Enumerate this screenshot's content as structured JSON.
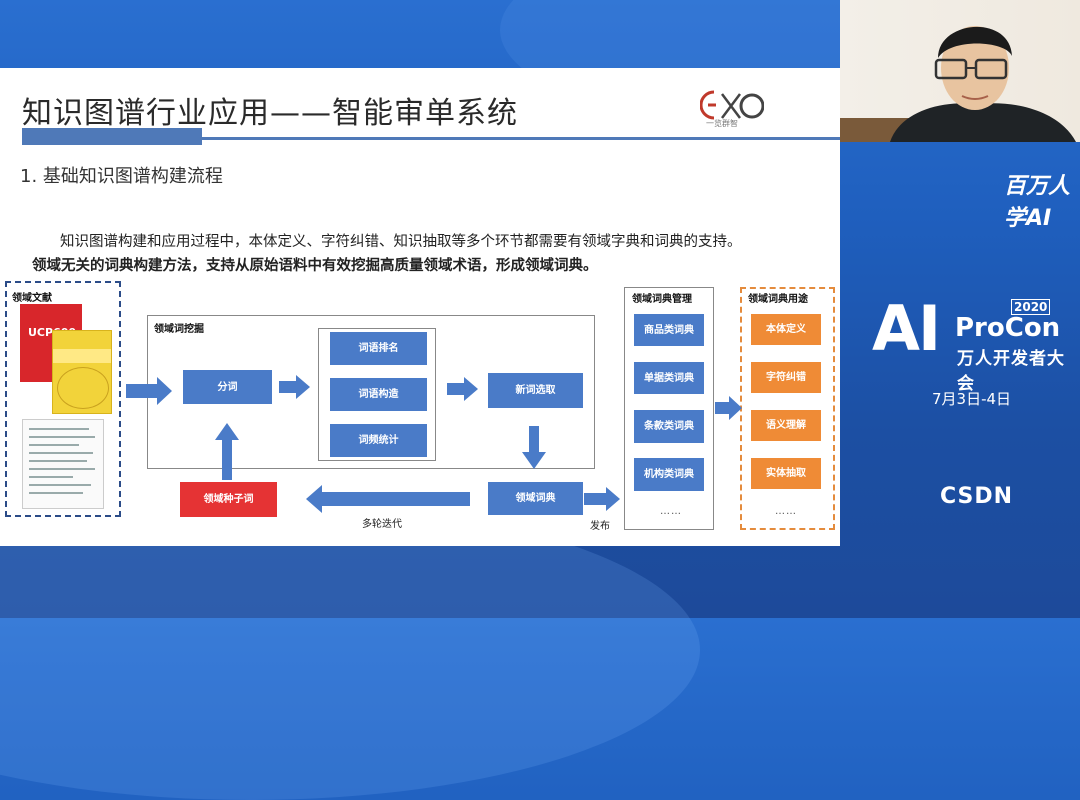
{
  "slide": {
    "title": "知识图谱行业应用——智能审单系统",
    "logo_text": "一览群智",
    "subtitle": "1. 基础知识图谱构建流程",
    "paragraph1": "知识图谱构建和应用过程中，本体定义、字符纠错、知识抽取等多个环节都需要有领域字典和词典的支持。",
    "paragraph2": "领域无关的词典构建方法，支持从原始语料中有效挖掘高质量领域术语，形成领域词典。"
  },
  "diagram": {
    "literature_label": "领域文献",
    "book_title": "UCP600",
    "mining_label": "领域词挖掘",
    "seg": "分词",
    "rank": "词语排名",
    "construct": "词语构造",
    "freq": "词频统计",
    "newword": "新词选取",
    "seed": "领域种子词",
    "domain_dict": "领域词典",
    "iterate": "多轮迭代",
    "publish": "发布",
    "dict_mgmt_label": "领域词典管理",
    "dict_items": [
      "商品类词典",
      "单据类词典",
      "条款类词典",
      "机构类词典"
    ],
    "ellipsis": "……",
    "use_label": "领域词典用途",
    "use_items": [
      "本体定义",
      "字符纠错",
      "语义理解",
      "实体抽取"
    ]
  },
  "event": {
    "small_logo": "百万人学AI",
    "ai": "AI",
    "year": "2020",
    "name": "ProCon",
    "subtitle": "万人开发者大会",
    "date": "7月3日-4日",
    "sponsor": "CSDN"
  },
  "colors": {
    "box_blue": "#4a7bc8",
    "seed_red": "#e53334",
    "use_orange": "#ef8b36",
    "title_bar": "#4f79b8"
  }
}
